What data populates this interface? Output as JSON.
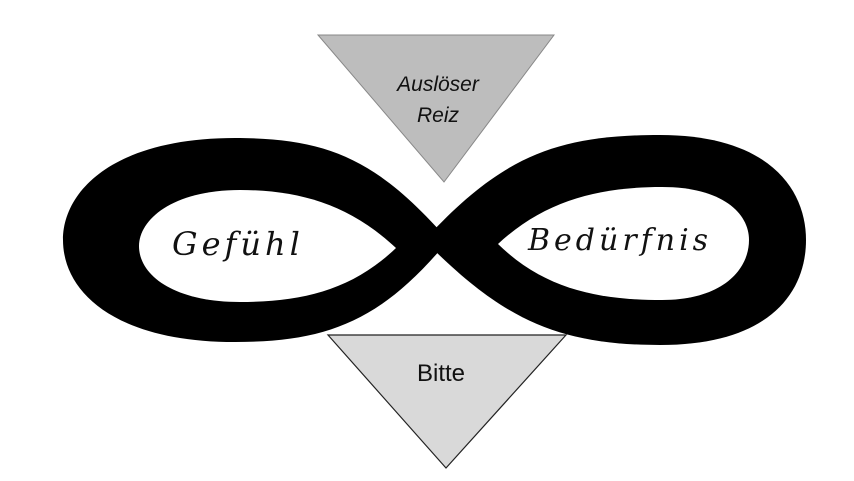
{
  "diagram": {
    "trigger": {
      "line1": "Auslöser",
      "line2": "Reiz"
    },
    "left_loop": "Gefühl",
    "right_loop": "Bedürfnis",
    "request": "Bitte"
  },
  "colors": {
    "loop": "#000000",
    "trigger_fill": "#bdbdbd",
    "request_fill": "#d9d9d9"
  }
}
